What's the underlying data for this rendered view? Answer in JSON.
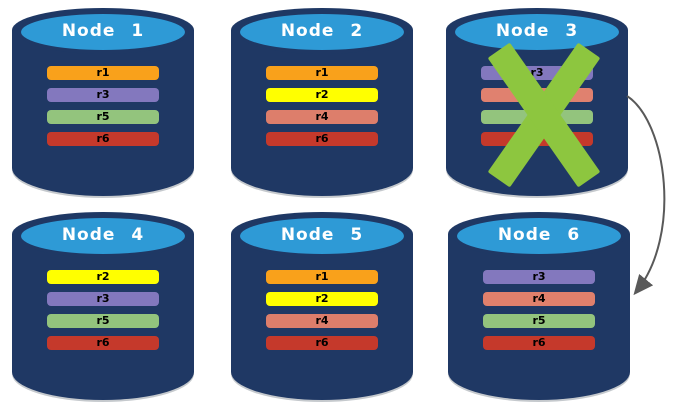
{
  "colors": {
    "cylinder_body": "#1F3864",
    "cylinder_top": "#2E9AD6",
    "x_mark": "#8DC63F",
    "arrow": "#595959"
  },
  "nodes": [
    {
      "title": "Node 1",
      "rows": [
        {
          "label": "r1",
          "color": "#F9A11B"
        },
        {
          "label": "r3",
          "color": "#8378BE"
        },
        {
          "label": "r5",
          "color": "#93C47D"
        },
        {
          "label": "r6",
          "color": "#C5392B"
        }
      ]
    },
    {
      "title": "Node 2",
      "rows": [
        {
          "label": "r1",
          "color": "#F9A11B"
        },
        {
          "label": "r2",
          "color": "#FFFF00"
        },
        {
          "label": "r4",
          "color": "#DD7E6B"
        },
        {
          "label": "r6",
          "color": "#C5392B"
        }
      ]
    },
    {
      "title": "Node 3",
      "status": "failed",
      "rows": [
        {
          "label": "r3",
          "color": "#8378BE"
        },
        {
          "label": "",
          "color": "#E0816F"
        },
        {
          "label": "",
          "color": "#93C47D"
        },
        {
          "label": "",
          "color": "#C5392B"
        }
      ]
    },
    {
      "title": "Node 4",
      "rows": [
        {
          "label": "r2",
          "color": "#FFFF00"
        },
        {
          "label": "r3",
          "color": "#8378BE"
        },
        {
          "label": "r5",
          "color": "#93C47D"
        },
        {
          "label": "r6",
          "color": "#C5392B"
        }
      ]
    },
    {
      "title": "Node 5",
      "rows": [
        {
          "label": "r1",
          "color": "#F9A11B"
        },
        {
          "label": "r2",
          "color": "#FFFF00"
        },
        {
          "label": "r4",
          "color": "#DD7E6B"
        },
        {
          "label": "r6",
          "color": "#C5392B"
        }
      ]
    },
    {
      "title": "Node 6",
      "rows": [
        {
          "label": "r3",
          "color": "#8378BE"
        },
        {
          "label": "r4",
          "color": "#E0806C"
        },
        {
          "label": "r5",
          "color": "#93C47D"
        },
        {
          "label": "r6",
          "color": "#C5392B"
        }
      ]
    }
  ]
}
